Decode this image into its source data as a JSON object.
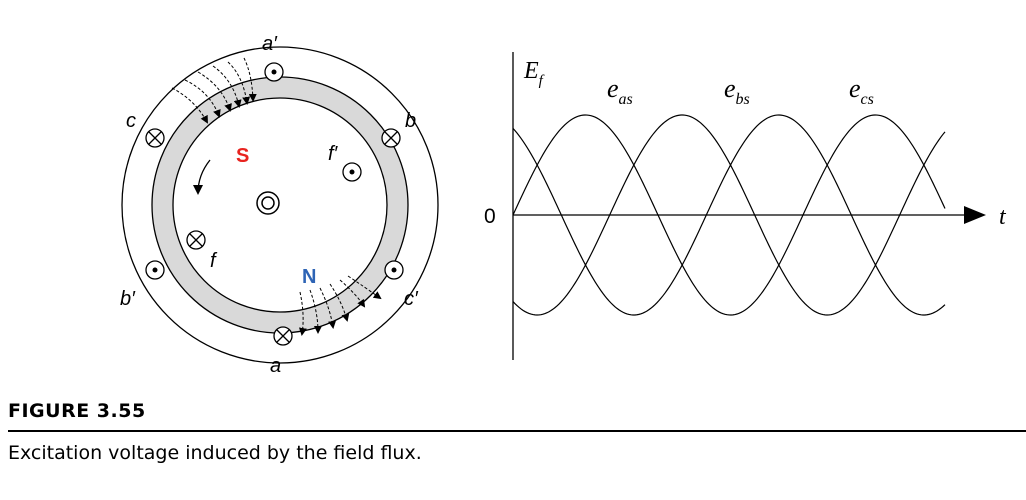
{
  "machine": {
    "conductors": {
      "a_prime": "a′",
      "a": "a",
      "b": "b",
      "b_prime": "b′",
      "c": "c",
      "c_prime": "c′",
      "f": "f",
      "f_prime": "f′"
    },
    "poles": {
      "south": "S",
      "north": "N"
    },
    "colors": {
      "south": "#e8231f",
      "north": "#2e64b5",
      "rotor_ring": "#d9d9d9"
    }
  },
  "waveform": {
    "y_label_main": "E",
    "y_label_sub": "f",
    "x_label": "t",
    "origin_label": "0",
    "series_labels": [
      {
        "main": "e",
        "sub": "as"
      },
      {
        "main": "e",
        "sub": "bs"
      },
      {
        "main": "e",
        "sub": "cs"
      }
    ]
  },
  "caption": {
    "number": "FIGURE 3.55",
    "text": "Excitation voltage induced by the field flux."
  }
}
